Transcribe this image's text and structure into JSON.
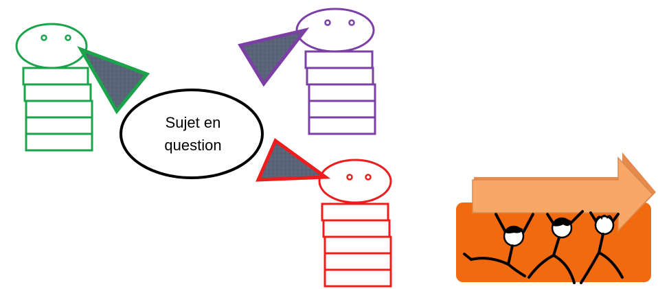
{
  "topic_bubble": {
    "line1": "Sujet en",
    "line2": "question"
  },
  "figures": [
    {
      "id": "green",
      "color": "#1aa34a"
    },
    {
      "id": "purple",
      "color": "#7b3fa6"
    },
    {
      "id": "red",
      "color": "#ee1c1c"
    }
  ],
  "colors": {
    "cone_fill": "#5a6478",
    "teamwork_panel": "#f26a10",
    "arrow_fill": "#f7a868",
    "arrow_edge": "#e58a4a"
  },
  "illustration": {
    "icon": "teamwork-carrying-arrow-icon"
  }
}
